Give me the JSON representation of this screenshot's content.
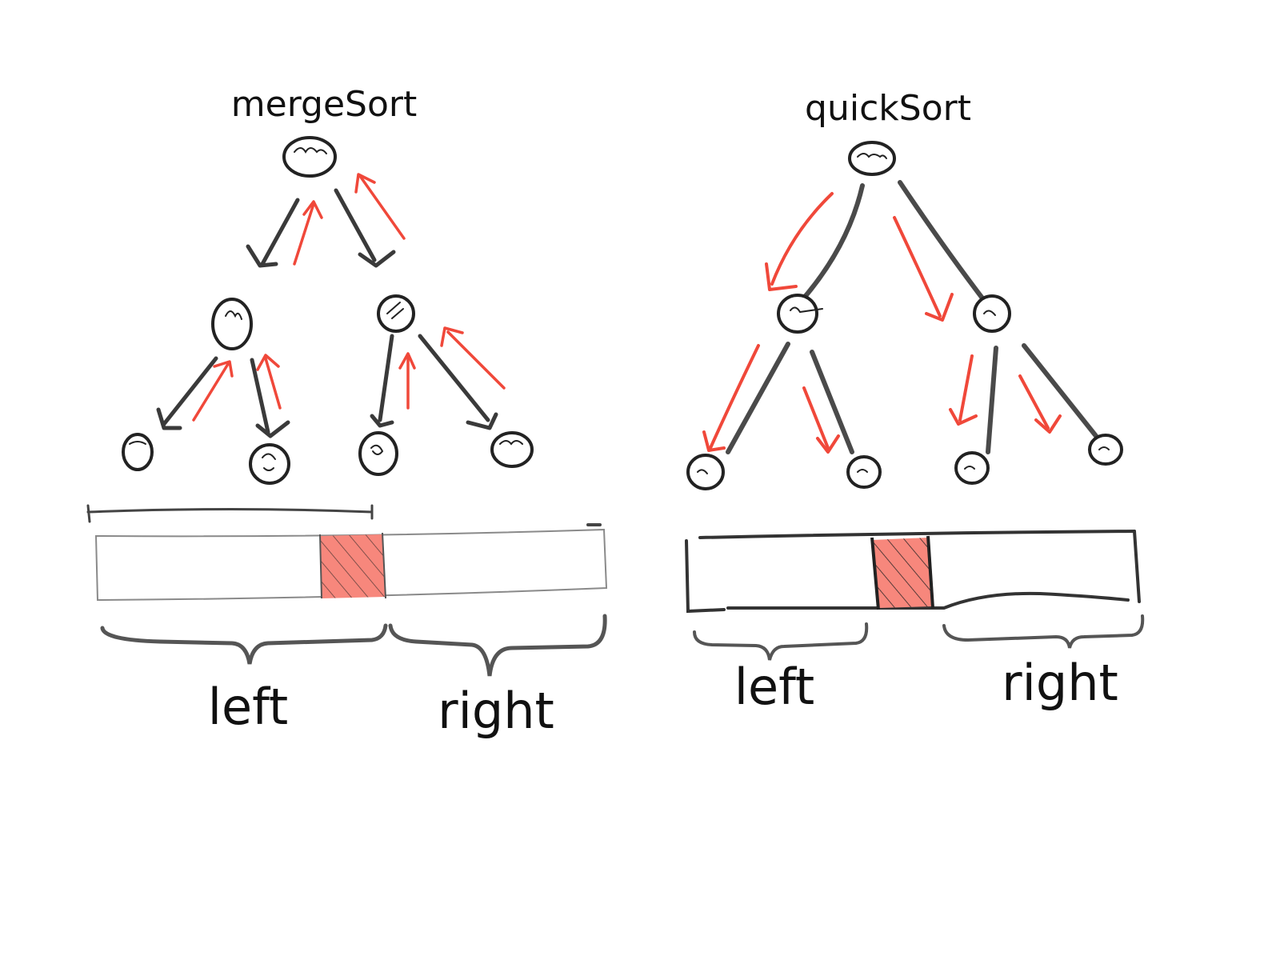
{
  "diagrams": [
    {
      "title": "mergeSort",
      "left_label": "left",
      "right_label": "right"
    },
    {
      "title": "quickSort",
      "left_label": "left",
      "right_label": "right"
    }
  ],
  "colors": {
    "ink": "#3a3a3a",
    "node_ink": "#222222",
    "red": "#f0483a",
    "red_fill": "#f7877c",
    "light_ink": "#9a9a9a",
    "background": "#ffffff"
  }
}
